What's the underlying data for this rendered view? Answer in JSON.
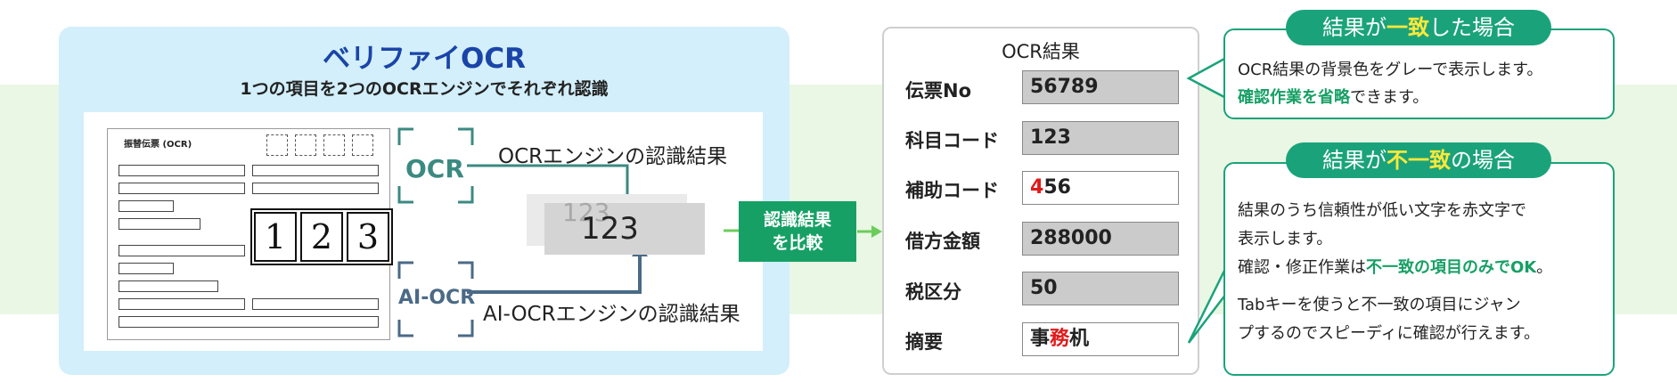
{
  "left_panel": {
    "title": "ベリファイOCR",
    "subtitle": "1つの項目を2つのOCRエンジンでそれぞれ認識",
    "slip": {
      "title": "振替伝票 (OCR)",
      "handwritten_digits": [
        "1",
        "2",
        "3"
      ]
    },
    "ocr_label": "OCR",
    "ai_ocr_label": "AI-OCR",
    "ocr_result_caption": "OCRエンジンの認識結果",
    "ai_ocr_result_caption": "AI-OCRエンジンの認識結果",
    "ghost_value": "123",
    "recognized_value": "123",
    "compare_line1": "認識結果",
    "compare_line2": "を比較"
  },
  "result_card": {
    "title": "OCR結果",
    "fields": [
      {
        "label": "伝票No",
        "value": "56789",
        "state": "gray"
      },
      {
        "label": "科目コード",
        "value": "123",
        "state": "gray"
      },
      {
        "label": "補助コード",
        "value_red": "4",
        "value_rest": "56",
        "state": "white"
      },
      {
        "label": "借方金額",
        "value": "288000",
        "state": "gray"
      },
      {
        "label": "税区分",
        "value": "50",
        "state": "gray"
      },
      {
        "label": "摘要",
        "value_pre": "事",
        "value_red": "務",
        "value_post": "机",
        "state": "white"
      }
    ]
  },
  "match_callout": {
    "pill_pre": "結果が",
    "pill_hl": "一致",
    "pill_post": "した場合",
    "line1": "OCR結果の背景色をグレーで表示します。",
    "line2_bold": "確認作業を省略",
    "line2_rest": "できます。"
  },
  "mismatch_callout": {
    "pill_pre": "結果が",
    "pill_hl": "不一致",
    "pill_post": "の場合",
    "line1": "結果のうち信頼性が低い文字を赤文字で",
    "line2": "表示します。",
    "line3_pre": "確認・修正作業は",
    "line3_bold": "不一致の項目のみでOK",
    "line3_post": "。",
    "line4": "Tabキーを使うと不一致の項目にジャン",
    "line5": "プするのでスピーディに確認が行えます。"
  },
  "colors": {
    "title_blue": "#1a44a8",
    "accent_green": "#17a065",
    "panel_blue": "#d2effb",
    "band_green": "#e9f7e4",
    "arrow_slate": "#4a6a86",
    "bracket_teal": "#3b8a82",
    "highlight_yellow": "#ffe83a",
    "mismatch_red": "#e01b1b"
  }
}
